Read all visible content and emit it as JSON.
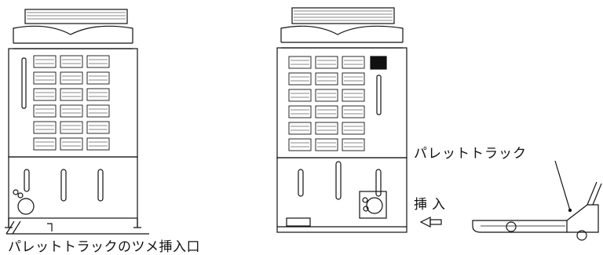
{
  "labels": {
    "left_caption": "パレットトラックのツメ挿入口",
    "pallet_truck": "パレットトラック",
    "insert": "挿入"
  },
  "arrow_icon": "left-arrow-icon"
}
